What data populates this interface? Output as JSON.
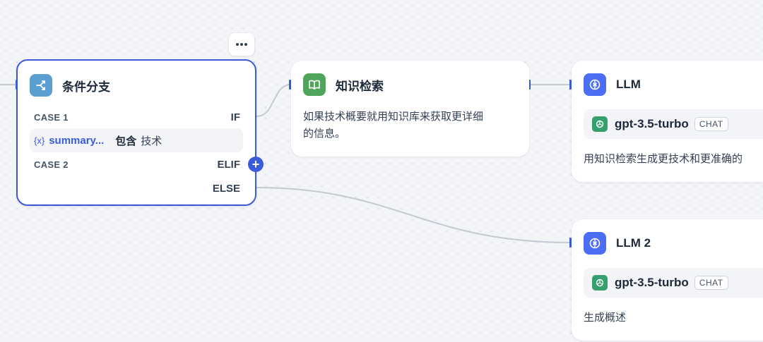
{
  "canvas": {
    "condition_node": {
      "title": "条件分支",
      "icon": "branch-icon",
      "accent_color": "#3b5bdb",
      "icon_bg": "#5b9fd1",
      "case1_label": "CASE 1",
      "if_label": "IF",
      "condition": {
        "variable": "summary...",
        "operator": "包含",
        "value": "技术"
      },
      "case2_label": "CASE 2",
      "elif_label": "ELIF",
      "else_label": "ELSE",
      "add_label": "+",
      "more_icon": "more-icon"
    },
    "knowledge_node": {
      "title": "知识检索",
      "icon": "book-icon",
      "icon_bg": "#4fa55a",
      "description_line1": "如果技术概要就用知识库来获取更详细",
      "description_line2": "的信息。"
    },
    "llm_nodes": [
      {
        "title": "LLM",
        "icon": "brain-icon",
        "icon_bg": "#4c6ef5",
        "model": "gpt-3.5-turbo",
        "model_tag": "CHAT",
        "description": "用知识检索生成更技术和更准确的"
      },
      {
        "title": "LLM 2",
        "icon": "brain-icon",
        "icon_bg": "#4c6ef5",
        "model": "gpt-3.5-turbo",
        "model_tag": "CHAT",
        "description": "生成概述"
      }
    ]
  }
}
